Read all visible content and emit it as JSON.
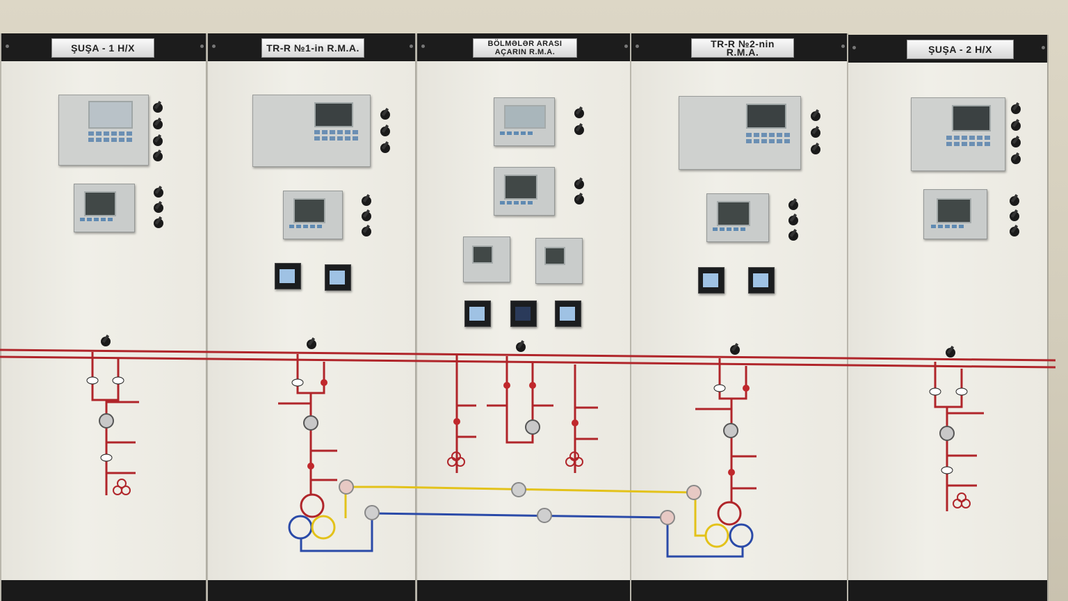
{
  "panels": [
    {
      "title": "ŞUŞA - 1 H/X"
    },
    {
      "title": "TR-R  №1-in R.M.A."
    },
    {
      "title_line1": "BÖLMƏLƏR ARASI",
      "title_line2": "AÇARIN R.M.A."
    },
    {
      "title": "TR-R  №2-nin R.M.A."
    },
    {
      "title": "ŞUŞA - 2 H/X"
    }
  ],
  "colors": {
    "busbar": "#b0252a",
    "feeder": "#b0252a",
    "yellow_line": "#e3c21a",
    "blue_line": "#2a4aa8",
    "cabinet": "#eceae2",
    "frame": "#1c1c1c"
  },
  "icons": [
    "rotary-switch-icon",
    "indicator-lamp-icon",
    "disconnector-icon",
    "circuit-breaker-icon",
    "transformer-star-icon",
    "transformer-delta-icon",
    "current-transformer-icon",
    "meter-display-icon"
  ]
}
